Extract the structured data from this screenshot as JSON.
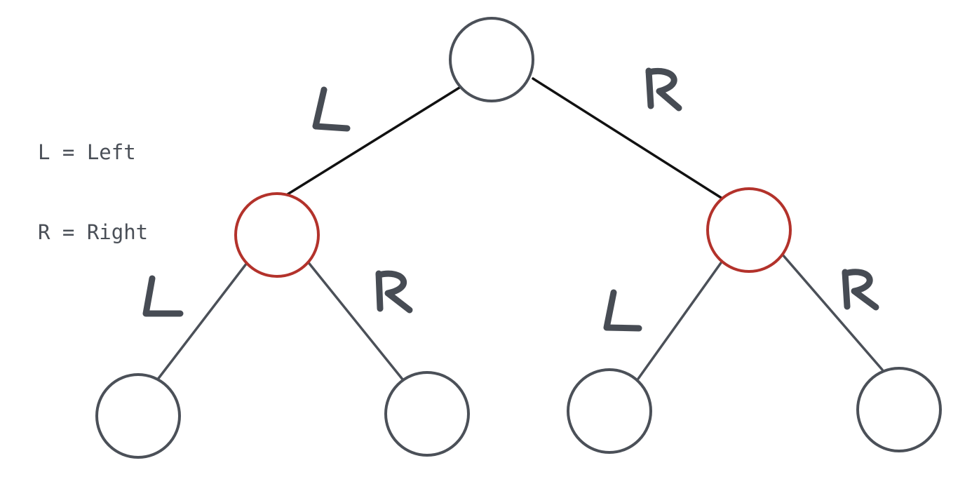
{
  "legend": {
    "left": "L = Left",
    "right": "R = Right"
  },
  "colors": {
    "default_node": "#4b5058",
    "highlight_node": "#b3322b",
    "edge_top": "#111111",
    "edge": "#4b5058",
    "label": "#474c54"
  },
  "tree": {
    "root": {
      "highlighted": false,
      "left": {
        "edge_label": "L",
        "highlighted": true,
        "left": {
          "edge_label": "L",
          "highlighted": false
        },
        "right": {
          "edge_label": "R",
          "highlighted": false
        }
      },
      "right": {
        "edge_label": "R",
        "highlighted": true,
        "left": {
          "edge_label": "L",
          "highlighted": false
        },
        "right": {
          "edge_label": "R",
          "highlighted": false
        }
      }
    }
  }
}
